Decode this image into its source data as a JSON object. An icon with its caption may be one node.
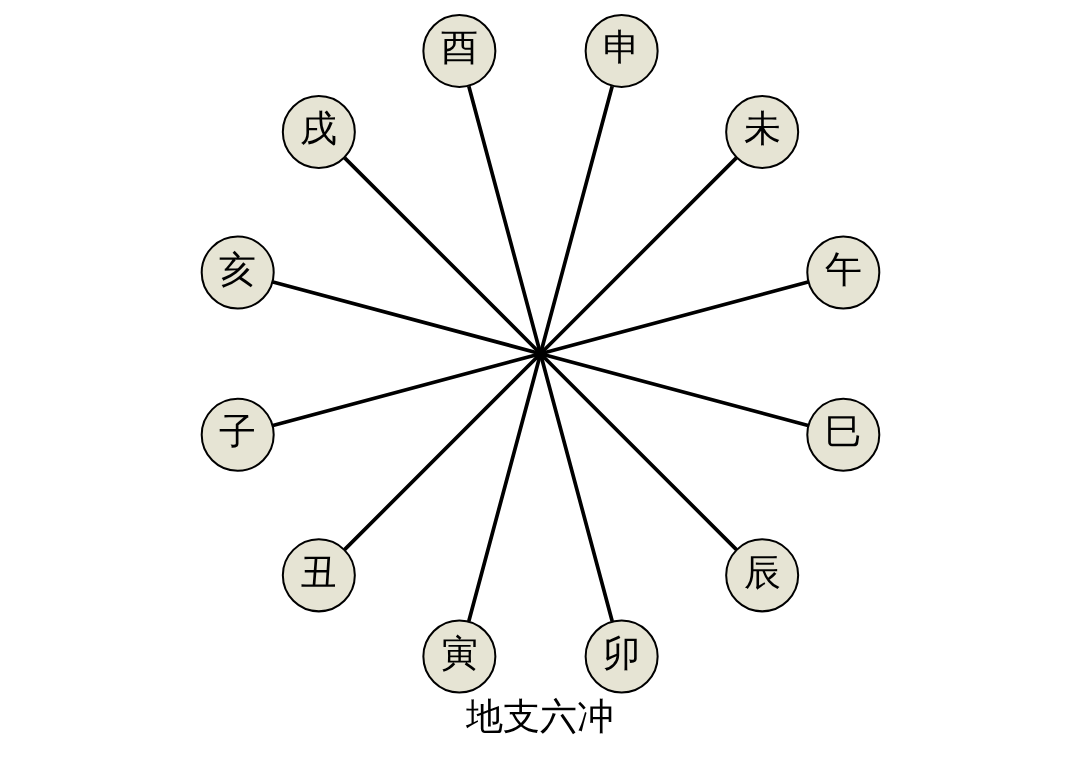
{
  "diagram": {
    "title": "地支六冲",
    "nodes": [
      {
        "text": [
          "午"
        ]
      },
      {
        "text": [
          "未"
        ]
      },
      {
        "text": [
          "申"
        ]
      },
      {
        "text": [
          "酉"
        ]
      },
      {
        "text": [
          "戌"
        ]
      },
      {
        "text": [
          "亥"
        ]
      },
      {
        "text": [
          "子"
        ]
      },
      {
        "text": [
          "丑"
        ]
      },
      {
        "text": [
          "寅"
        ]
      },
      {
        "text": [
          "卯"
        ]
      },
      {
        "text": [
          "辰"
        ]
      },
      {
        "text": [
          "巳"
        ]
      }
    ],
    "edges": [
      {
        "from": 6,
        "to": 0,
        "arrow": "none"
      },
      {
        "from": 7,
        "to": 1,
        "arrow": "none"
      },
      {
        "from": 8,
        "to": 2,
        "arrow": "none"
      },
      {
        "from": 9,
        "to": 3,
        "arrow": "none"
      },
      {
        "from": 10,
        "to": 4,
        "arrow": "none"
      },
      {
        "from": 11,
        "to": 5,
        "arrow": "none"
      }
    ]
  }
}
